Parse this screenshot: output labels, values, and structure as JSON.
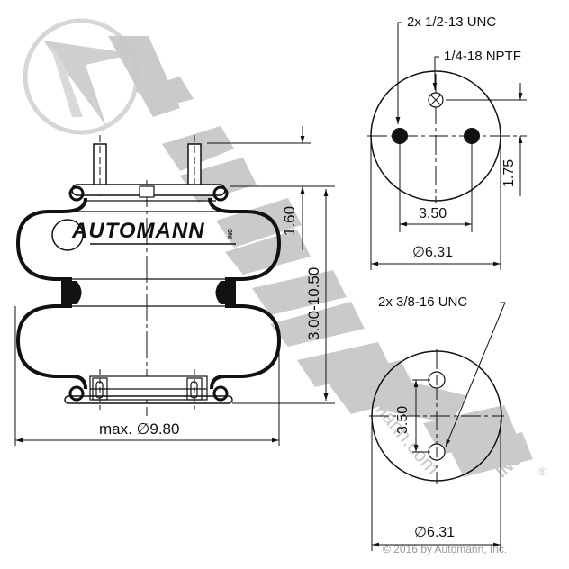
{
  "watermark": {
    "brand_text": "AUTOMANN",
    "inc_text": "INC",
    "registered": "®",
    "url_text": "automann.com",
    "copyright": "© 2016 by Automann, Inc.",
    "color": "#c8c8c8"
  },
  "logo": {
    "brand_text": "AUTOMANN",
    "inc_text": "INC"
  },
  "side_view": {
    "max_diameter_label": "max. ∅9.80",
    "height_range_label": "3.00-10.50",
    "stud_height_label": "1.60"
  },
  "top_plate": {
    "stud_callout": "2x 1/2-13 UNC",
    "air_inlet_callout": "1/4-18 NPTF",
    "stud_spacing_label": "3.50",
    "inlet_offset_label": "1.75",
    "diameter_label": "∅6.31"
  },
  "bottom_plate": {
    "thread_callout": "2x 3/8-16 UNC",
    "hole_spacing_label": "3.50",
    "diameter_label": "∅6.31"
  },
  "colors": {
    "line": "#111111",
    "watermark": "#c8c8c8"
  }
}
